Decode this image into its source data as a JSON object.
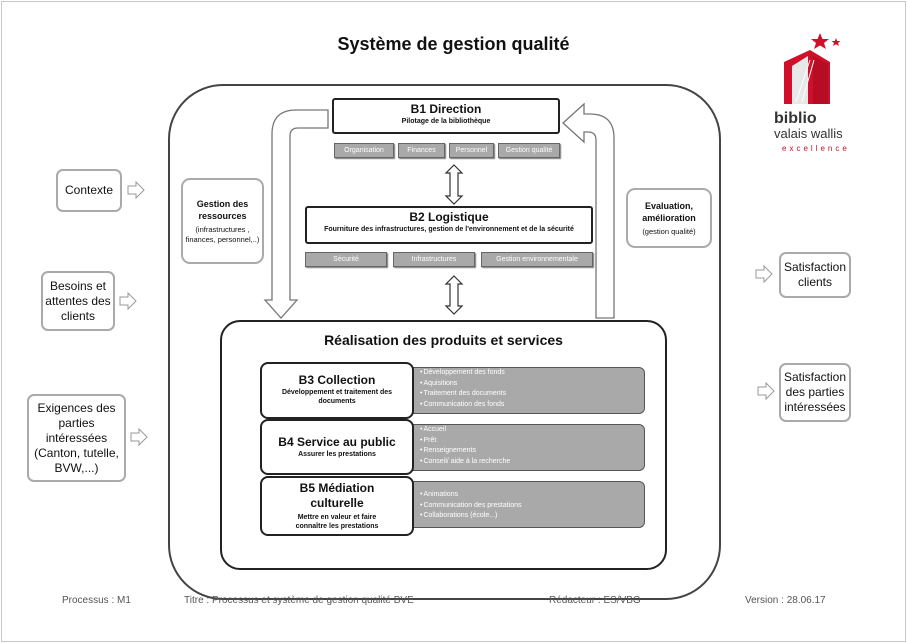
{
  "title": "Système de gestion qualité",
  "logo": {
    "line1": "biblio",
    "line2": "valais wallis",
    "line3": "excellence"
  },
  "b1": {
    "title": "B1 Direction",
    "subtitle": "Pilotage de la bibliothèque",
    "chips": [
      "Organisation",
      "Finances",
      "Personnel",
      "Gestion qualité"
    ]
  },
  "b2": {
    "title": "B2 Logistique",
    "subtitle": "Fourniture des infrastructures, gestion de l'environnement et de la sécurité",
    "chips": [
      "Sécurité",
      "Infrastructures",
      "Gestion environnementale"
    ]
  },
  "resources": {
    "title": "Gestion des ressources",
    "detail": "(infrastructures , finances, personnel,..)"
  },
  "evaluation": {
    "title": "Evaluation, amélioration",
    "detail": "(gestion qualité)"
  },
  "realisation": {
    "title": "Réalisation des produits et services"
  },
  "b3": {
    "title": "B3 Collection",
    "subtitle": "Développement et traitement des documents",
    "bullets": [
      "Développement des fonds",
      "Aquisitions",
      "Traitement des documents",
      "Communication des fonds"
    ]
  },
  "b4": {
    "title": "B4 Service au public",
    "subtitle": "Assurer les prestations",
    "bullets": [
      "Accueil",
      "Prêt",
      "Renseignements",
      "Conseil/ aide à la recherche"
    ]
  },
  "b5": {
    "title": "B5 Médiation culturelle",
    "subtitle": "Mettre en valeur et faire connaître les prestations",
    "bullets": [
      "Animations",
      "Communication des prestations",
      "Collaborations (école...)"
    ]
  },
  "inputs": {
    "context": "Contexte",
    "needs": "Besoins et attentes des clients",
    "requirements": "Exigences des parties intéressées (Canton, tutelle, BVW,...)"
  },
  "outputs": {
    "client_satisfaction": "Satisfaction clients",
    "stakeholder_satisfaction": "Satisfaction des parties intéressées"
  },
  "footer": {
    "process": "Processus : M1",
    "titre": "Titre : Processus et système de gestion qualité BVE",
    "redacteur": "Rédacteur : ES/VBG",
    "version": "Version : 28.06.17"
  }
}
